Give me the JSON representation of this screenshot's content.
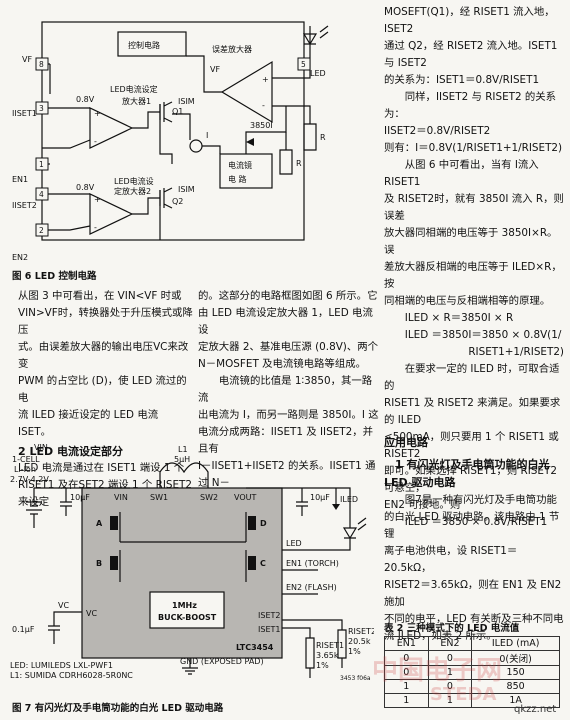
{
  "fig6": {
    "caption": "图 6 LED 控制电路",
    "control_block": "控制电路",
    "error_amp": "误差放大器",
    "led_set_amp1": "LED电流设定",
    "led_set_amp1b": "放大器1",
    "led_set_amp2": "LED电流设",
    "led_set_amp2b": "定放大器2",
    "mirror_a": "电流镜",
    "mirror_b": "电    路",
    "v08a": "0.8V",
    "v08b": "0.8V",
    "ratio": "3850I",
    "current_i": "I",
    "vf": "VF",
    "vf2": "VF",
    "iset1": "IISET1",
    "iset2": "IISET2",
    "isim1": "ISIM",
    "isim2": "ISIM",
    "q1": "Q1",
    "q2": "Q2",
    "r": "R",
    "r2": "R",
    "pin8": "8",
    "pin5": "5",
    "pin3": "3",
    "pin1": "1",
    "pin4": "4",
    "pin2": "2",
    "en1": "EN1",
    "en2": "EN2",
    "led": "LED",
    "plus1": "+",
    "minus1": "-",
    "plus2": "+",
    "minus2": "-",
    "plus3": "+",
    "minus3": "-"
  },
  "fig7": {
    "caption": "图 7 有闪光灯及手电筒功能的白光 LED 驱动电路",
    "vin": "VIN",
    "cell": "1-CELL",
    "liion": "Li-Ion",
    "range": "2.7V-4.2V",
    "c1": "10μF",
    "c2": "10μF",
    "c3": "0.1μF",
    "l1": "L1",
    "l1v": "5μH",
    "sw1": "SW1",
    "sw2": "SW2",
    "vin_pin": "VIN",
    "vout_pin": "VOUT",
    "led_pin": "LED",
    "en1_pin": "EN1 (TORCH)",
    "en2_pin": "EN2 (FLASH)",
    "iset1_pin": "ISET1",
    "iset2_pin": "ISET2",
    "vc": "VC",
    "vc_pin": "VC",
    "freq": "1MHz",
    "mode": "BUCK-BOOST",
    "chip": "LTC3454",
    "gnd": "GND (EXPOSED PAD)",
    "riset1": "RISET1",
    "riset1v": "3.65k",
    "riset1p": "1%",
    "riset2": "RISET2",
    "riset2v": "20.5k",
    "riset2p": "1%",
    "iled": "ILED",
    "sw_a": "A",
    "sw_b": "B",
    "sw_c": "C",
    "sw_d": "D",
    "note1": "LED: LUMILEDS LXL-PWF1",
    "note2": "L1: SUMIDA CDRH6028-5R0NC",
    "code": "3453 f06a"
  },
  "left_text": {
    "p1": [
      "从图 3 中可看出，在 VIN<VF 时或",
      "VIN>VF时，转换器处于升压模式或降压",
      "式。由误差放大器的输出电压VC来改变",
      "PWM 的占空比 (D)，使 LED 流过的电",
      "流 ILED 接近设定的 LED 电流 ISET。"
    ],
    "h2": "2   LED 电流设定部分",
    "p2": [
      "LED 电流是通过在 ISET1 端设 1 个",
      "RISET1 及在SET2 端设 1 个 RISET2 来设定"
    ]
  },
  "mid_text": {
    "lines": [
      "的。这部分的电路框图如图 6 所示。它",
      "由 LED 电流设定放大器 1，LED 电流设",
      "定放大器 2、基准电压源 (0.8V)、两个",
      "N－MOSFET 及电流镜电路等组成。",
      "　　电流镜的比值是 1∶3850，其一路流",
      "出电流为 I，而另一路则是 3850I。I 这",
      "电流分成两路：IISET1 及 IISET2，并且有",
      "I－IISET1+IISET2 的关系。IISET1 通过 N－"
    ]
  },
  "right_text": {
    "lines": [
      "MOSEFT(Q1)，经 RISET1 流入地，ISET2",
      "通过 Q2，经 RISET2 流入地。ISET1 与 ISET2",
      "的关系为：ISET1＝0.8V/RISET1",
      "　　同样，IISET2 与 RISET2 的关系为：",
      "IISET2＝0.8V/RISET2",
      "则有：I＝0.8V(1/RISET1+1/RISET2)",
      "　　从图 6 中可看出，当有 I流入 RISET1",
      "及 RISET2时，就有 3850I 流入 R，则误差",
      "放大器同相端的电压等于 3850I×R。误",
      "差放大器反相端的电压等于 ILED×R，按",
      "同相端的电压与反相端相等的原理。",
      "　　ILED × R＝3850I × R",
      "　　ILED ＝3850I＝3850 × 0.8V(1/",
      "RISET1+1/RISET2)",
      "　　在要求一定的 ILED 时，可取合适的",
      "RISET1 及 RISET2 来满足。如果要求的 ILED",
      "<500mA，则只要用 1 个 RISET1 或 RISET2",
      "即可。如果选择 RISET1，则 RISET2 可悬空，",
      "EN2 可接地。则",
      "　　ILED ＝3850 × 0.8V/RISET1"
    ],
    "section": "应用电路",
    "sub1": "　1  有闪光灯及手电筒功能的白光",
    "sub2": "LED 驱动电路",
    "para": [
      "　　图7是一种有闪光灯及手电筒功能",
      "的白光 LED 驱动电路。该电路由 1 节锂",
      "离子电池供电，设 RISET1＝20.5kΩ，",
      "RISET2＝3.65kΩ，则在 EN1 及 EN2 施加",
      "不同的电平，LED 有关断及三种不同电",
      "流 ILED，如表 2 所示。"
    ],
    "table_title": "表 2  三种模式下的 LED 电流值",
    "table": {
      "headers": [
        "EN1",
        "EN2",
        "ILED (mA)"
      ],
      "rows": [
        [
          "0",
          "0",
          "0(关闭)"
        ],
        [
          "0",
          "1",
          "150"
        ],
        [
          "1",
          "0",
          "850"
        ],
        [
          "1",
          "1",
          "1A"
        ]
      ]
    }
  },
  "watermark": {
    "cn": "中国电子网",
    "en": "STEDA",
    "url": "qkzz.net"
  }
}
